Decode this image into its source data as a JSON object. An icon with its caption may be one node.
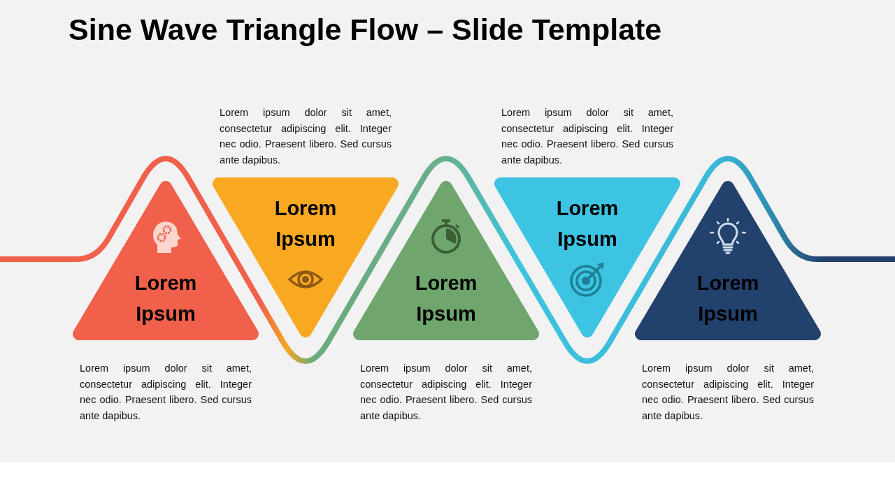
{
  "diagram": {
    "title": "Sine Wave Triangle Flow – Slide Template",
    "nodes": [
      {
        "text": [
          "Lorem Ipsum"
        ],
        "beside": [
          "Lorem ipsum dolor sit amet, consectetur adipiscing elit. Integer nec odio. Praesent libero. Sed cursus ante dapibus."
        ]
      },
      {
        "text": [
          "Lorem Ipsum"
        ],
        "beside": [
          "Lorem ipsum dolor sit amet, consectetur adipiscing elit. Integer nec odio. Praesent libero. Sed cursus ante dapibus."
        ]
      },
      {
        "text": [
          "Lorem Ipsum"
        ],
        "beside": [
          "Lorem ipsum dolor sit amet, consectetur adipiscing elit. Integer nec odio. Praesent libero. Sed cursus ante dapibus."
        ]
      },
      {
        "text": [
          "Lorem Ipsum"
        ],
        "beside": [
          "Lorem ipsum dolor sit amet, consectetur adipiscing elit. Integer nec odio. Praesent libero. Sed cursus ante dapibus."
        ]
      },
      {
        "text": [
          "Lorem Ipsum"
        ],
        "beside": [
          "Lorem ipsum dolor sit amet, consectetur adipiscing elit. Integer nec odio. Praesent libero. Sed cursus ante dapibus."
        ]
      }
    ]
  }
}
